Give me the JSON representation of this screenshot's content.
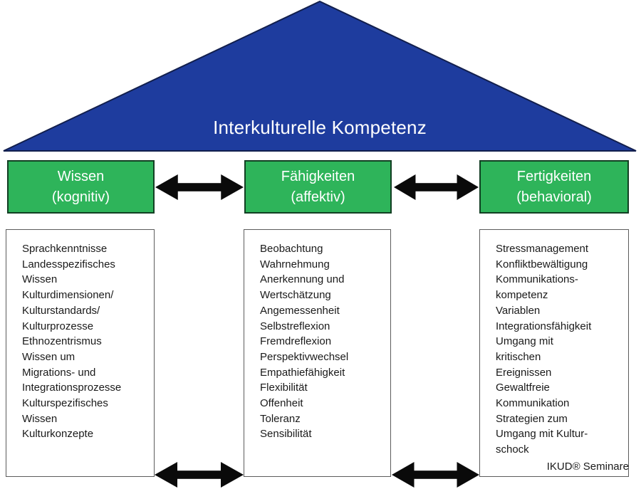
{
  "colors": {
    "roof_blue": "#1e3c9e",
    "roof_border": "#121f4d",
    "pillar_green": "#2eb45a",
    "pillar_green_border": "#123f23",
    "box_border": "#5c5c5c",
    "arrow_black": "#0a0a0a",
    "text_dark": "#1a1a1a",
    "text_light": "#ffffff"
  },
  "roof": {
    "title": "Interkulturelle Kompetenz"
  },
  "pillars": [
    {
      "id": "wissen",
      "heading": "Wissen",
      "subheading": "(kognitiv)",
      "items": [
        "Sprachkenntnisse",
        "Landesspezifisches",
        "Wissen",
        "Kulturdimensionen/",
        "Kulturstandards/",
        "Kulturprozesse",
        "Ethnozentrismus",
        "Wissen um",
        "Migrations- und",
        "Integrationsprozesse",
        "Kulturspezifisches",
        "Wissen",
        "Kulturkonzepte"
      ]
    },
    {
      "id": "faehigkeiten",
      "heading": "Fähigkeiten",
      "subheading": "(affektiv)",
      "items": [
        "Beobachtung",
        "Wahrnehmung",
        "Anerkennung und",
        "Wertschätzung",
        "Angemessenheit",
        "Selbstreflexion",
        "Fremdreflexion",
        "Perspektivwechsel",
        "Empathiefähigkeit",
        "Flexibilität",
        "Offenheit",
        "Toleranz",
        "Sensibilität"
      ]
    },
    {
      "id": "fertigkeiten",
      "heading": "Fertigkeiten",
      "subheading": "(behavioral)",
      "items": [
        "Stressmanagement",
        "Konfliktbewältigung",
        "Kommunikations-",
        "kompetenz",
        "Variablen",
        "Integrationsfähigkeit",
        "Umgang mit",
        "kritischen",
        "Ereignissen",
        "Gewaltfreie",
        "Kommunikation",
        "Strategien zum",
        "Umgang mit Kultur-",
        "schock"
      ]
    }
  ],
  "attribution": "IKUD® Seminare"
}
